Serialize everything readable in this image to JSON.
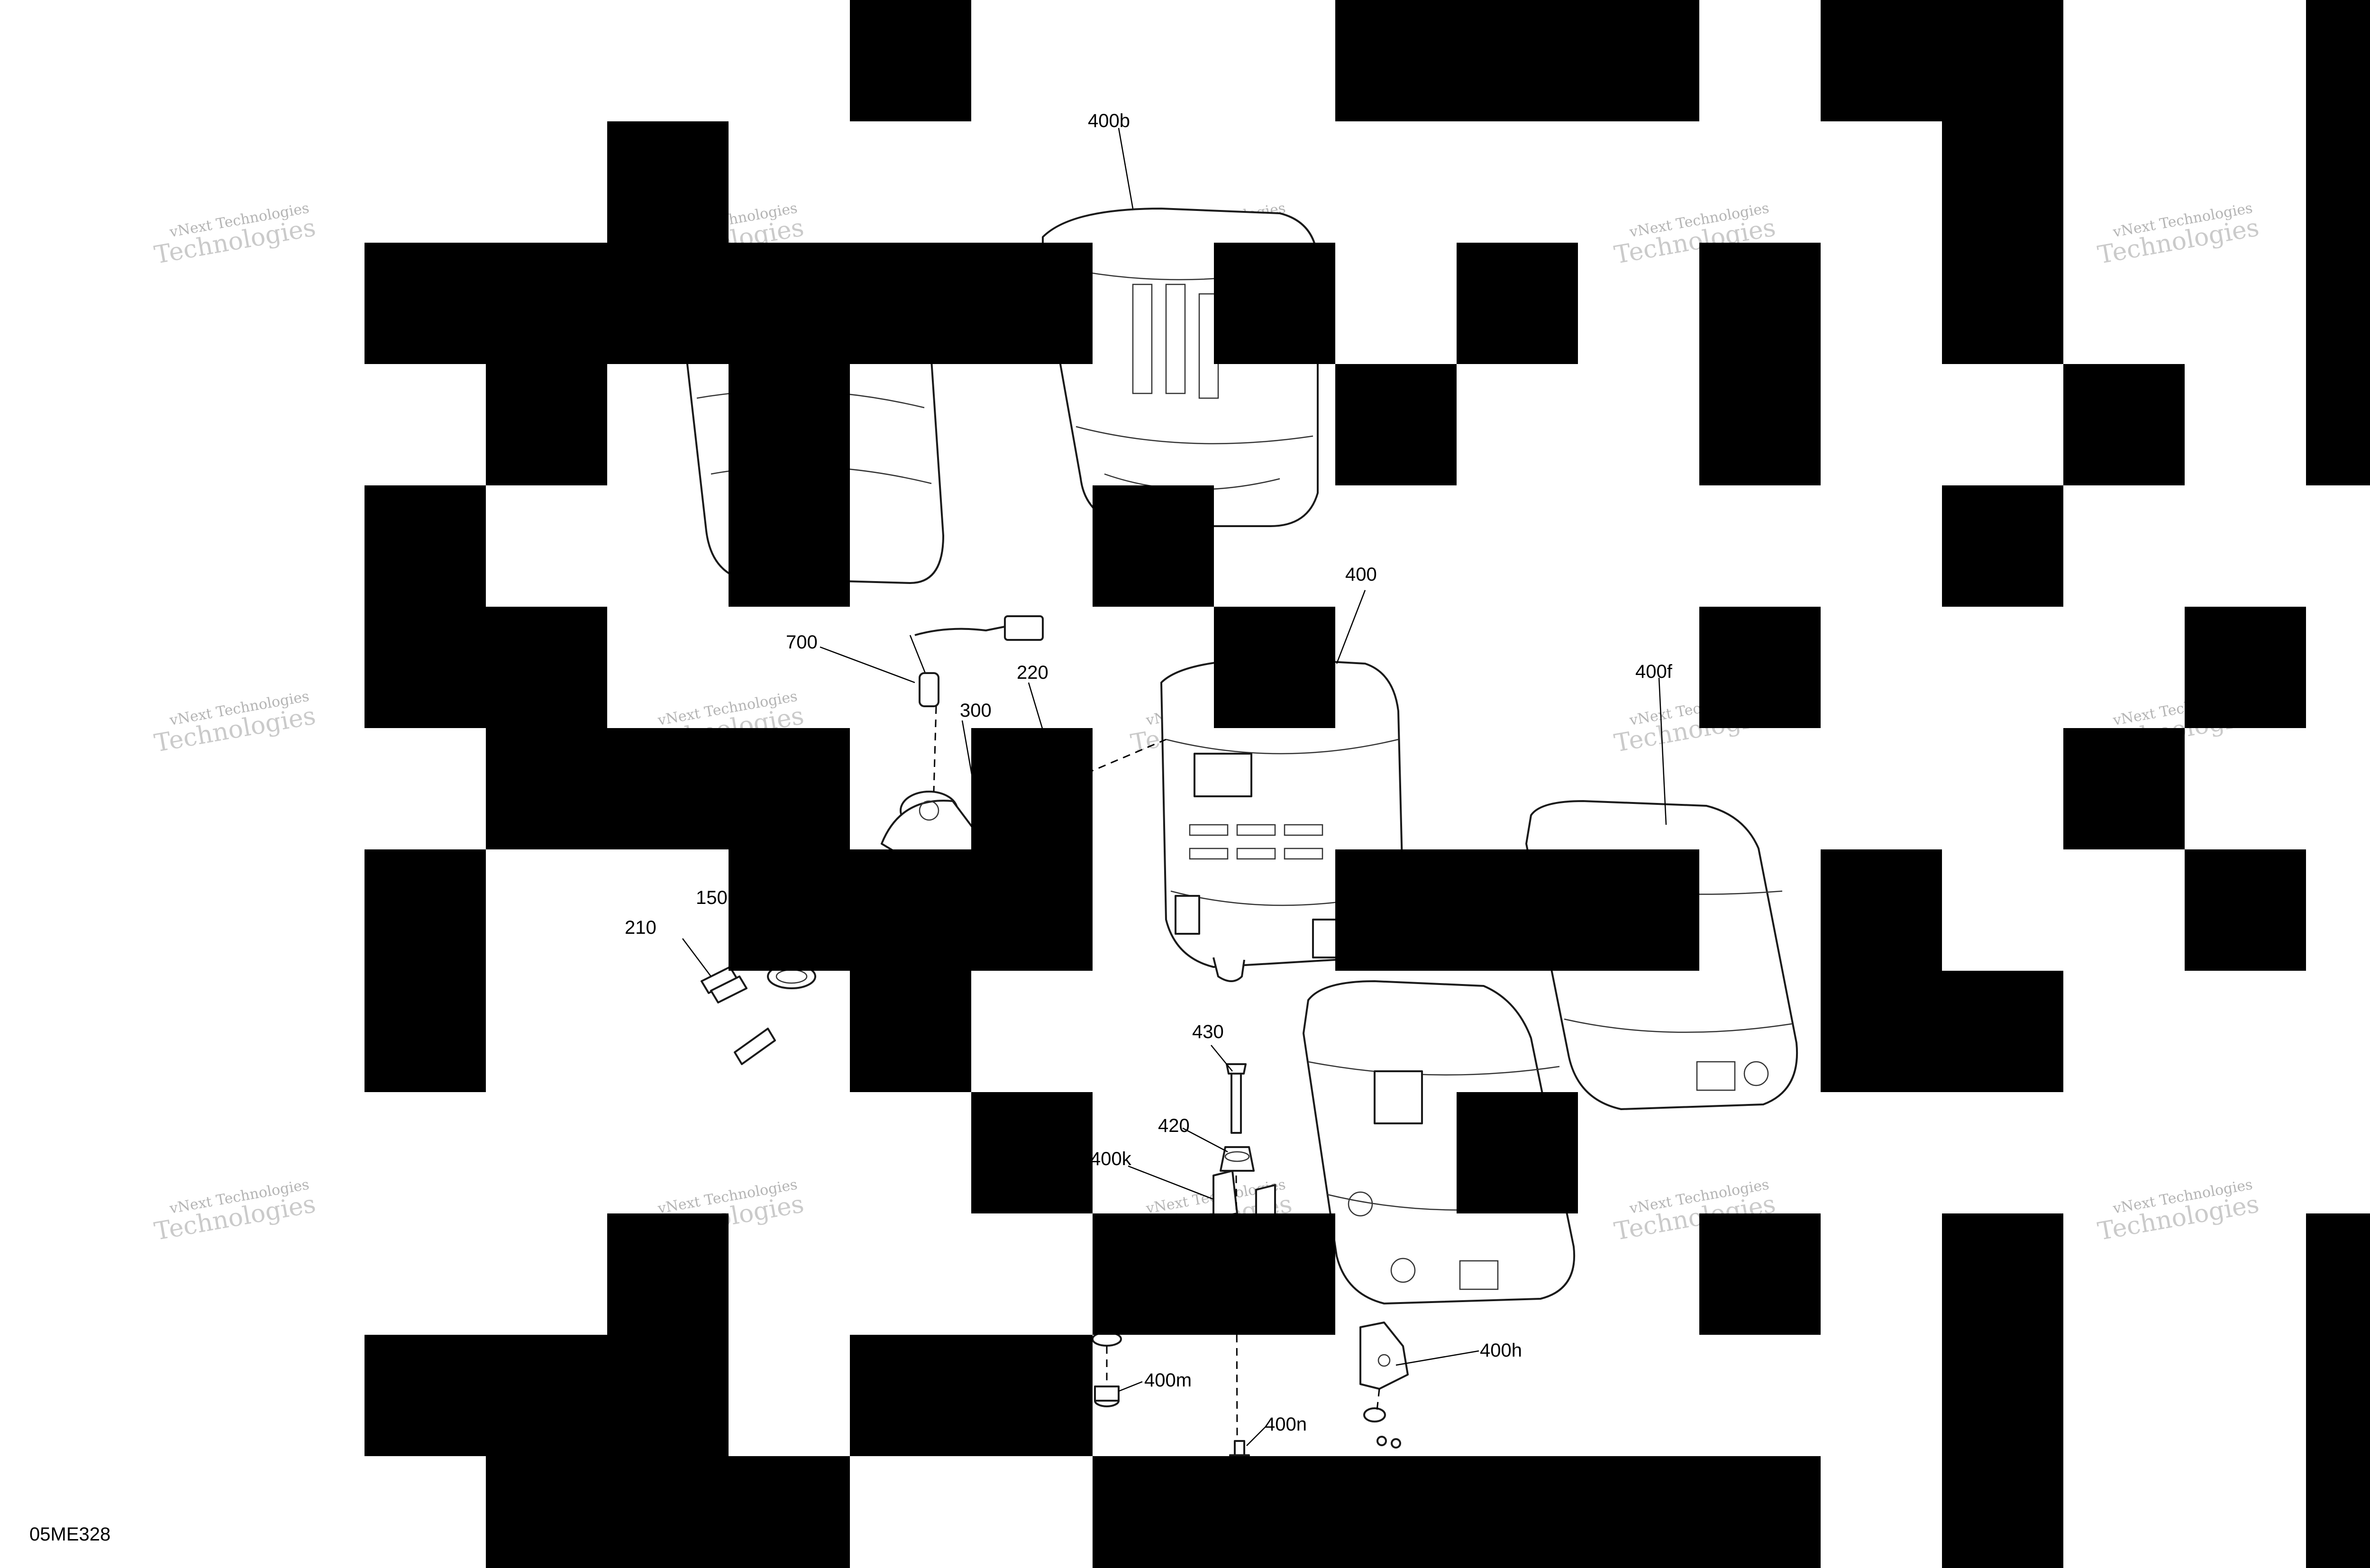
{
  "diagram": {
    "drawing_code": "05ME328",
    "watermark_line1": "vNext Technologies",
    "watermark_line2": "Technologies",
    "callouts": [
      "400b",
      "700",
      "220",
      "300",
      "400",
      "400f",
      "150",
      "210",
      "430",
      "420",
      "400k",
      "400h",
      "400m",
      "400n"
    ]
  },
  "colors": {
    "line": "#1a1a1a",
    "mask": "#000000",
    "watermark": "#b4b4b4",
    "background": "#ffffff"
  }
}
